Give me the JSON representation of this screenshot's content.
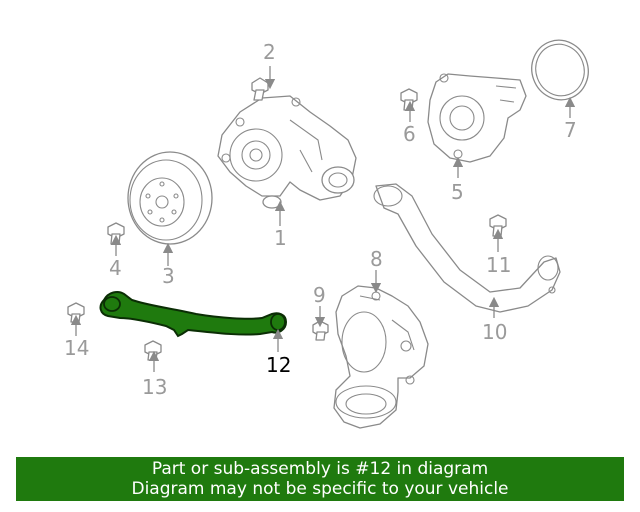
{
  "callouts": {
    "c1": "1",
    "c2": "2",
    "c3": "3",
    "c4": "4",
    "c5": "5",
    "c6": "6",
    "c7": "7",
    "c8": "8",
    "c9": "9",
    "c10": "10",
    "c11": "11",
    "c12": "12",
    "c13": "13",
    "c14": "14"
  },
  "highlighted_part": "12",
  "colors": {
    "highlight": "#1f7a0e",
    "banner_bg": "#1f7a0e",
    "line_art": "#8a8a8a"
  },
  "banner": {
    "line1": "Part or sub-assembly is #12 in diagram",
    "line2": "Diagram may not be specific to your vehicle"
  }
}
